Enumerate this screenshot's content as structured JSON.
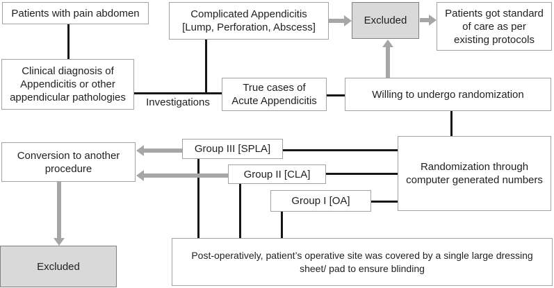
{
  "colors": {
    "box_border": "#a0a0a0",
    "excluded_fill": "#d9d9d9",
    "excluded_border": "#808080",
    "connector_black": "#161616",
    "arrow_gray": "#a6a6a6",
    "text": "#1f1f1f",
    "background": "#ffffff"
  },
  "nodes": {
    "patients_pain": {
      "label": "Patients with pain abdomen"
    },
    "complicated": {
      "lines": [
        "Complicated Appendicitis",
        "[Lump, Perforation, Abscess]"
      ]
    },
    "excluded_top": {
      "label": "Excluded"
    },
    "standard_care": {
      "lines": [
        "Patients got standard",
        "of care as per",
        "existing protocols"
      ]
    },
    "clinical": {
      "lines": [
        "Clinical diagnosis of",
        "Appendicitis or other",
        "appendicular pathologies"
      ]
    },
    "true_cases": {
      "lines": [
        "True cases of",
        "Acute Appendicitis"
      ]
    },
    "willing": {
      "label": "Willing to undergo randomization"
    },
    "conversion": {
      "lines": [
        "Conversion to another",
        "procedure"
      ]
    },
    "group3": {
      "label": "Group III [SPLA]"
    },
    "group2": {
      "label": "Group II [CLA]"
    },
    "group1": {
      "label": "Group I [OA]"
    },
    "randomization": {
      "lines": [
        "Randomization through",
        "computer generated numbers"
      ]
    },
    "excluded_bottom": {
      "label": "Excluded"
    },
    "postop": {
      "lines": [
        "Post-operatively, patient’s operative site was covered by a single large dressing",
        "sheet/ pad to ensure blinding"
      ]
    }
  },
  "edge_labels": {
    "investigations": "Investigations"
  }
}
